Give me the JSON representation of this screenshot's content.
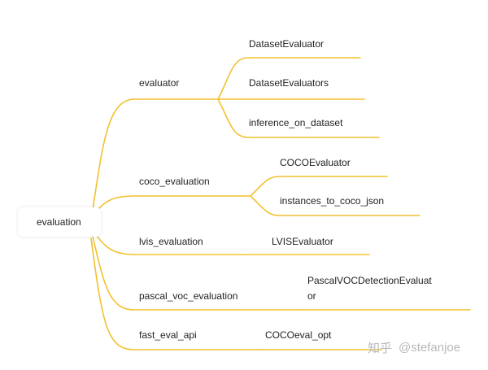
{
  "mindmap": {
    "root": "evaluation",
    "branches": [
      {
        "label": "evaluator",
        "children": [
          "DatasetEvaluator",
          "DatasetEvaluators",
          "inference_on_dataset"
        ]
      },
      {
        "label": "coco_evaluation",
        "children": [
          "COCOEvaluator",
          "instances_to_coco_json"
        ]
      },
      {
        "label": "lvis_evaluation",
        "children": [
          "LVISEvaluator"
        ]
      },
      {
        "label": "pascal_voc_evaluation",
        "children": [
          "PascalVOCDetectionEvaluat",
          "or"
        ]
      },
      {
        "label": "fast_eval_api",
        "children": [
          "COCOeval_opt"
        ]
      }
    ]
  },
  "colors": {
    "connector": "#f2c12e",
    "text": "#1f1f1f",
    "watermark": "#b8b8b8"
  },
  "watermark": {
    "logo": "知乎",
    "handle": "@stefanjoe"
  }
}
